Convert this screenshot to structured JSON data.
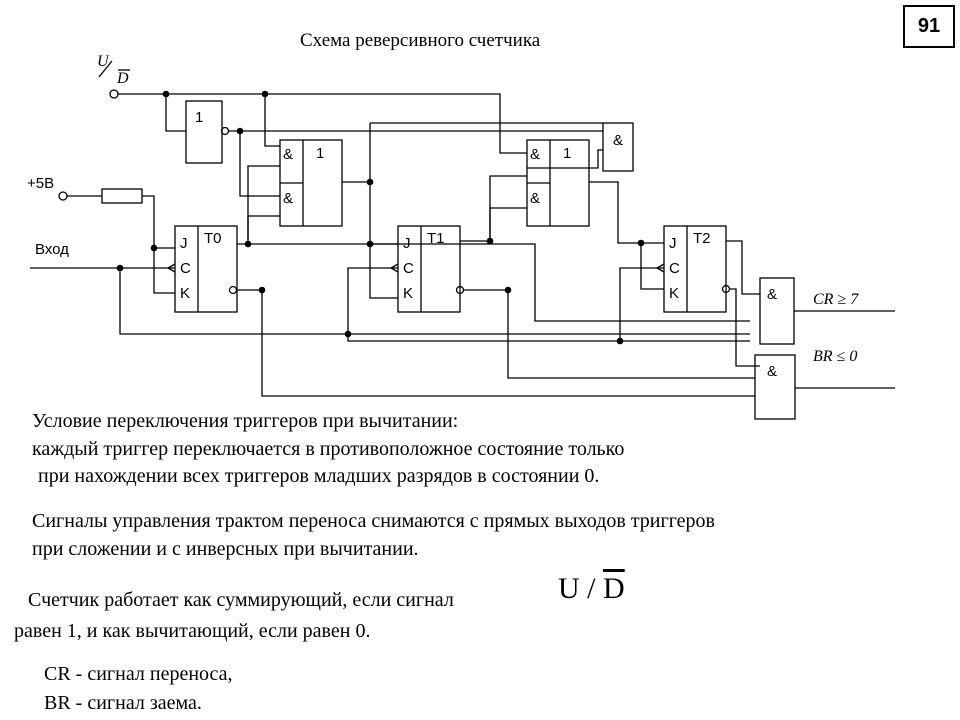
{
  "page_number": "91",
  "title": "Схема реверсивного счетчика",
  "diagram": {
    "inputs": {
      "ud_top": "U",
      "ud_bottom": "D",
      "plus5v": "+5В",
      "vhod": "Вход"
    },
    "gates": {
      "not": "1",
      "and": "&",
      "or": "1"
    },
    "flipflops": [
      "T0",
      "T1",
      "T2"
    ],
    "pins": {
      "j": "J",
      "c": "C",
      "k": "K"
    },
    "outputs": {
      "cr": "CR ≥ 7",
      "br": "BR ≤ 0"
    }
  },
  "text": {
    "cond_line1": "Условие переключения триггеров при вычитании:",
    "cond_line2": "каждый триггер переключается в противоположное состояние только",
    "cond_line3": "при нахождении всех триггеров младших разрядов в состоянии 0.",
    "signals_line1": "Сигналы управления трактом переноса снимаются с прямых выходов триггеров",
    "signals_line2": "при сложении и с инверсных при вычитании.",
    "works_line1": "Счетчик работает как суммирующий, если сигнал",
    "ud_u": "U",
    "ud_slash": "/",
    "ud_d": "D",
    "works_line2": "равен 1, и как вычитающий, если равен 0.",
    "cr_def": "CR - сигнал переноса,",
    "br_def": "BR - сигнал заема."
  }
}
